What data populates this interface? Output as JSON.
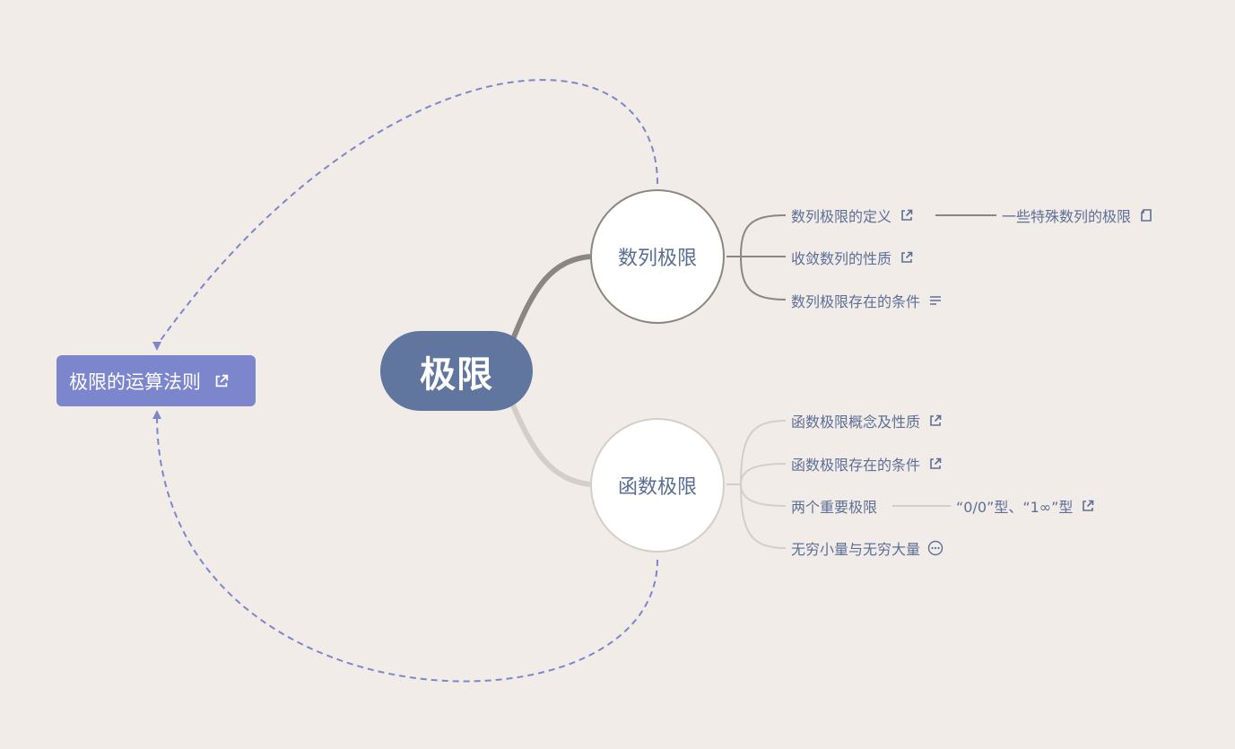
{
  "central_topic": {
    "label": "极限"
  },
  "floating_topic": {
    "label": "极限的运算法则",
    "icon": "external-link-icon"
  },
  "branches": [
    {
      "label": "数列极限",
      "color": "#8b8680",
      "children": [
        {
          "label": "数列极限的定义",
          "icon": "external-link-icon",
          "children": [
            {
              "label": "一些特殊数列的极限",
              "icon": "note-icon"
            }
          ]
        },
        {
          "label": "收敛数列的性质",
          "icon": "external-link-icon"
        },
        {
          "label": "数列极限存在的条件",
          "icon": "notes-lines-icon"
        }
      ]
    },
    {
      "label": "函数极限",
      "color": "#d3cec8",
      "children": [
        {
          "label": "函数极限概念及性质",
          "icon": "external-link-icon"
        },
        {
          "label": "函数极限存在的条件",
          "icon": "external-link-icon"
        },
        {
          "label": "两个重要极限",
          "children": [
            {
              "label": "“0/0”型、“1∞”型",
              "icon": "external-link-icon"
            }
          ]
        },
        {
          "label": "无穷小量与无穷大量",
          "icon": "more-icon"
        }
      ]
    }
  ],
  "colors": {
    "background": "#f1ece7",
    "central": "#60769e",
    "floating": "#7c86cc",
    "relationship": "#7c86cc",
    "text": "#5d6f96"
  }
}
